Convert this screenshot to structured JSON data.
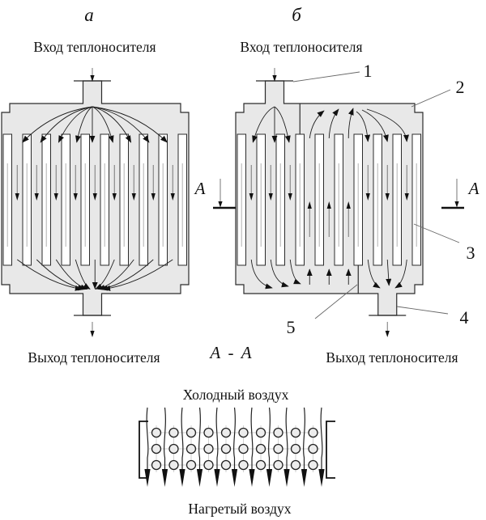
{
  "diagram": {
    "view_a": {
      "label": "а",
      "inlet": "Вход теплоносителя",
      "outlet": "Выход теплоносителя"
    },
    "view_b": {
      "label": "б",
      "inlet": "Вход теплоносителя",
      "outlet": "Выход теплоносителя"
    },
    "section": {
      "title": "А - А",
      "letter_left": "А",
      "letter_right": "А",
      "cold_air": "Холодный воздух",
      "hot_air": "Нагретый воздух"
    },
    "callouts": {
      "c1": "1",
      "c2": "2",
      "c3": "3",
      "c4": "4",
      "c5": "5"
    },
    "colors": {
      "body_fill": "#e8e8e8",
      "outline": "#2b2b2b",
      "flow": "#1d1d1d",
      "shaft": "#777777",
      "light_line": "#bfbfbf",
      "text": "#111111",
      "background": "#ffffff"
    }
  }
}
